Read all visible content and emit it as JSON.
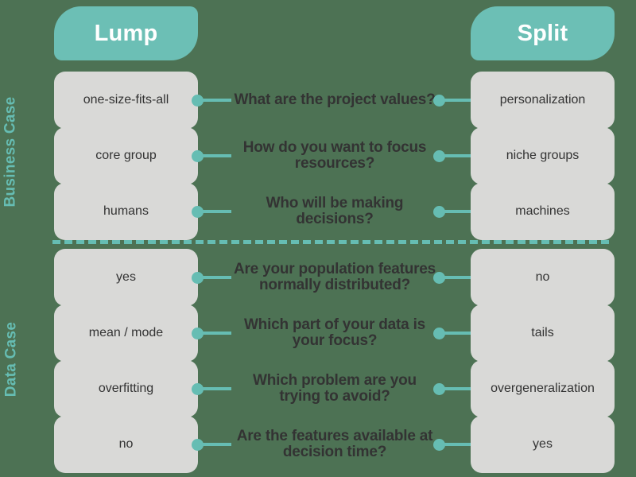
{
  "colors": {
    "background": "#4d7254",
    "accent_teal": "#6cbfb5",
    "box_gray": "#d9d9d7",
    "text_dark": "#333333",
    "header_text": "#ffffff"
  },
  "headers": {
    "left": "Lump",
    "right": "Split"
  },
  "sections": [
    {
      "label": "Business Case"
    },
    {
      "label": "Data Case"
    }
  ],
  "rows": [
    {
      "section": "Business Case",
      "left": "one-size-fits-all",
      "question": "What are the project values?",
      "right": "personalization"
    },
    {
      "section": "Business Case",
      "left": "core group",
      "question": "How do you want to focus resources?",
      "right": "niche groups"
    },
    {
      "section": "Business Case",
      "left": "humans",
      "question": "Who will be making decisions?",
      "right": "machines"
    },
    {
      "section": "Data Case",
      "left": "yes",
      "question": "Are your population features normally distributed?",
      "right": "no"
    },
    {
      "section": "Data Case",
      "left": "mean / mode",
      "question": "Which part of your data is your focus?",
      "right": "tails"
    },
    {
      "section": "Data Case",
      "left": "overfitting",
      "question": "Which problem are you trying to avoid?",
      "right": "overgeneralization"
    },
    {
      "section": "Data Case",
      "left": "no",
      "question": "Are the features available at decision time?",
      "right": "yes"
    }
  ]
}
